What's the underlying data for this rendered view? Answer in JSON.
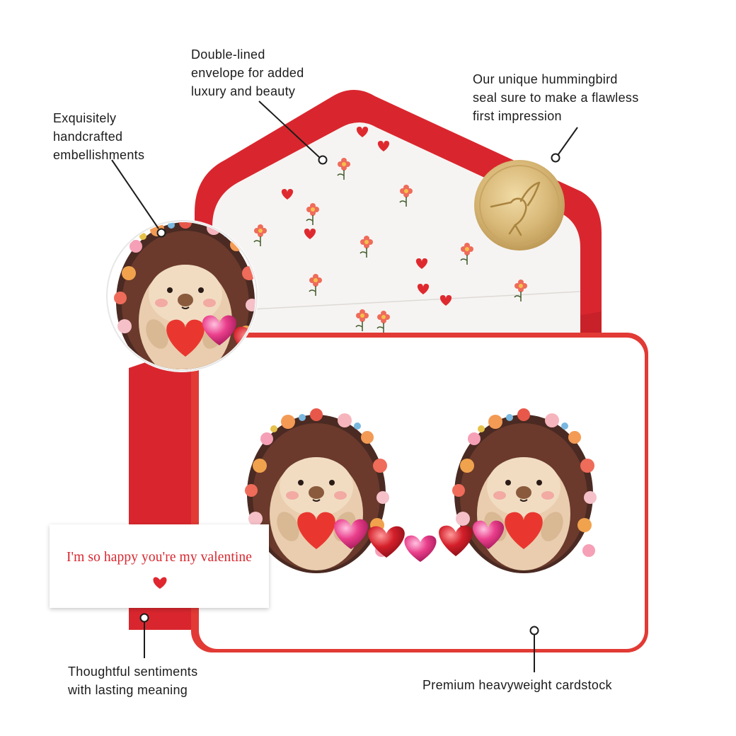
{
  "captions": {
    "envelope": [
      "Double-lined",
      "envelope for added",
      "luxury and beauty"
    ],
    "seal": [
      "Our unique hummingbird",
      "seal sure to make a flawless",
      "first impression"
    ],
    "embellishments": [
      "Exquisitely",
      "handcrafted",
      "embellishments"
    ],
    "sentiments": [
      "Thoughtful sentiments",
      "with lasting meaning"
    ],
    "cardstock": [
      "Premium heavyweight cardstock"
    ]
  },
  "sentiment_card": {
    "text": "I'm so happy you're my valentine"
  },
  "colors": {
    "envelope_red": "#d9262e",
    "envelope_shade": "#b81c23",
    "liner": "#f6f4f2",
    "card_border": "#e23a35",
    "seal_gold": "#d8b877",
    "hedgehog_body": "#e9cdae",
    "hedgehog_spines": "#4a2a22",
    "heart_red": "#e9372f",
    "gem_pink": "#ea3f8c",
    "gem_red": "#c8192a",
    "leader_line": "#1c1c1c"
  },
  "icons": [
    "hummingbird-seal-icon",
    "heart-icon",
    "hedgehog-illustration"
  ]
}
